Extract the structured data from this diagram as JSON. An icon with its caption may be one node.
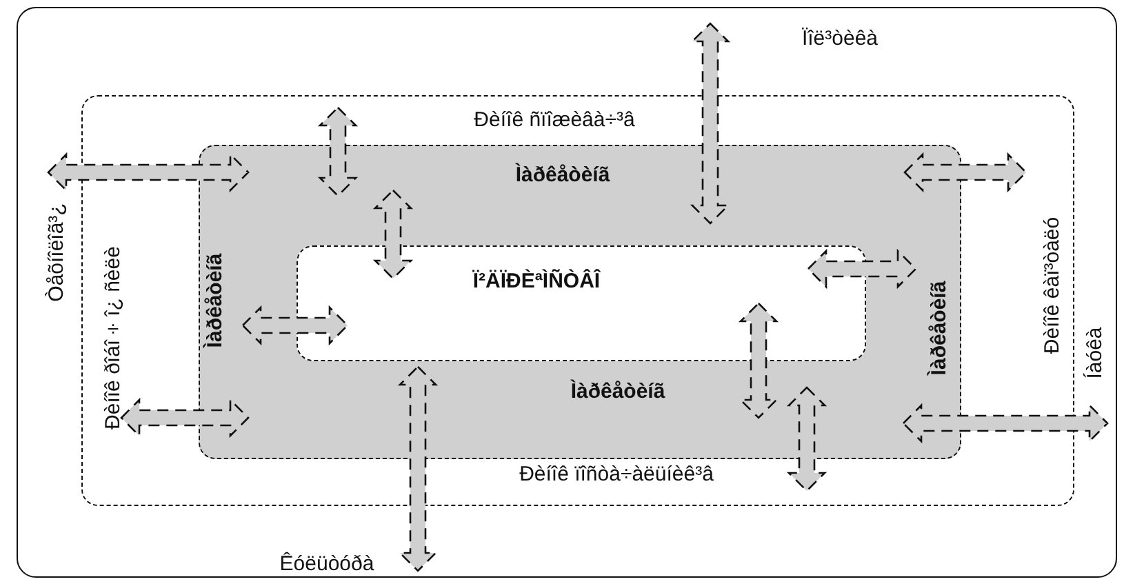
{
  "diagram": {
    "nodes": [
      {
        "text": [
          "Ïîë³òèêà",
          "Òåõíîëîã³¿",
          "Íàóêà",
          "Êóëüòóðà"
        ]
      },
      {
        "text": [
          "Ðèíîê ñïîæèâà÷³â",
          "Ðèíîê ðîáî÷î¿ ñèëè",
          "Ðèíîê êàï³òàëó",
          "Ðèíîê ïîñòà÷àëüíèê³â"
        ],
        "in": 0
      },
      {
        "text": [
          "Ìàðêåòèíã",
          "Ìàðêåòèíã",
          "Ìàðêåòèíã",
          "Ìàðêåòèíã"
        ],
        "in": 1
      },
      {
        "text": [
          "Ï²ÄÏÐÈªÌÑÒÂÎ"
        ],
        "in": 2
      }
    ],
    "edges": [
      {
        "from": 0,
        "to": 2,
        "arrow": "both",
        "style": "dashed"
      },
      {
        "from": 1,
        "to": 2,
        "arrow": "both",
        "style": "dashed"
      },
      {
        "from": 2,
        "to": 3,
        "arrow": "both",
        "style": "dashed"
      },
      {
        "from": 0,
        "to": 2,
        "arrow": "both",
        "style": "dashed"
      },
      {
        "from": 2,
        "to": 1,
        "arrow": "both",
        "style": "dashed"
      },
      {
        "from": 3,
        "to": 2,
        "arrow": "both",
        "style": "dashed"
      },
      {
        "from": 2,
        "to": 3,
        "arrow": "both",
        "style": "dashed"
      },
      {
        "from": 3,
        "to": 2,
        "arrow": "both",
        "style": "dashed"
      },
      {
        "from": 1,
        "to": 2,
        "arrow": "both",
        "style": "dashed"
      },
      {
        "from": 2,
        "to": 0,
        "arrow": "both",
        "style": "dashed"
      },
      {
        "from": 2,
        "to": 1,
        "arrow": "both",
        "style": "dashed"
      },
      {
        "from": 2,
        "to": 0,
        "arrow": "both",
        "style": "dashed"
      }
    ]
  }
}
